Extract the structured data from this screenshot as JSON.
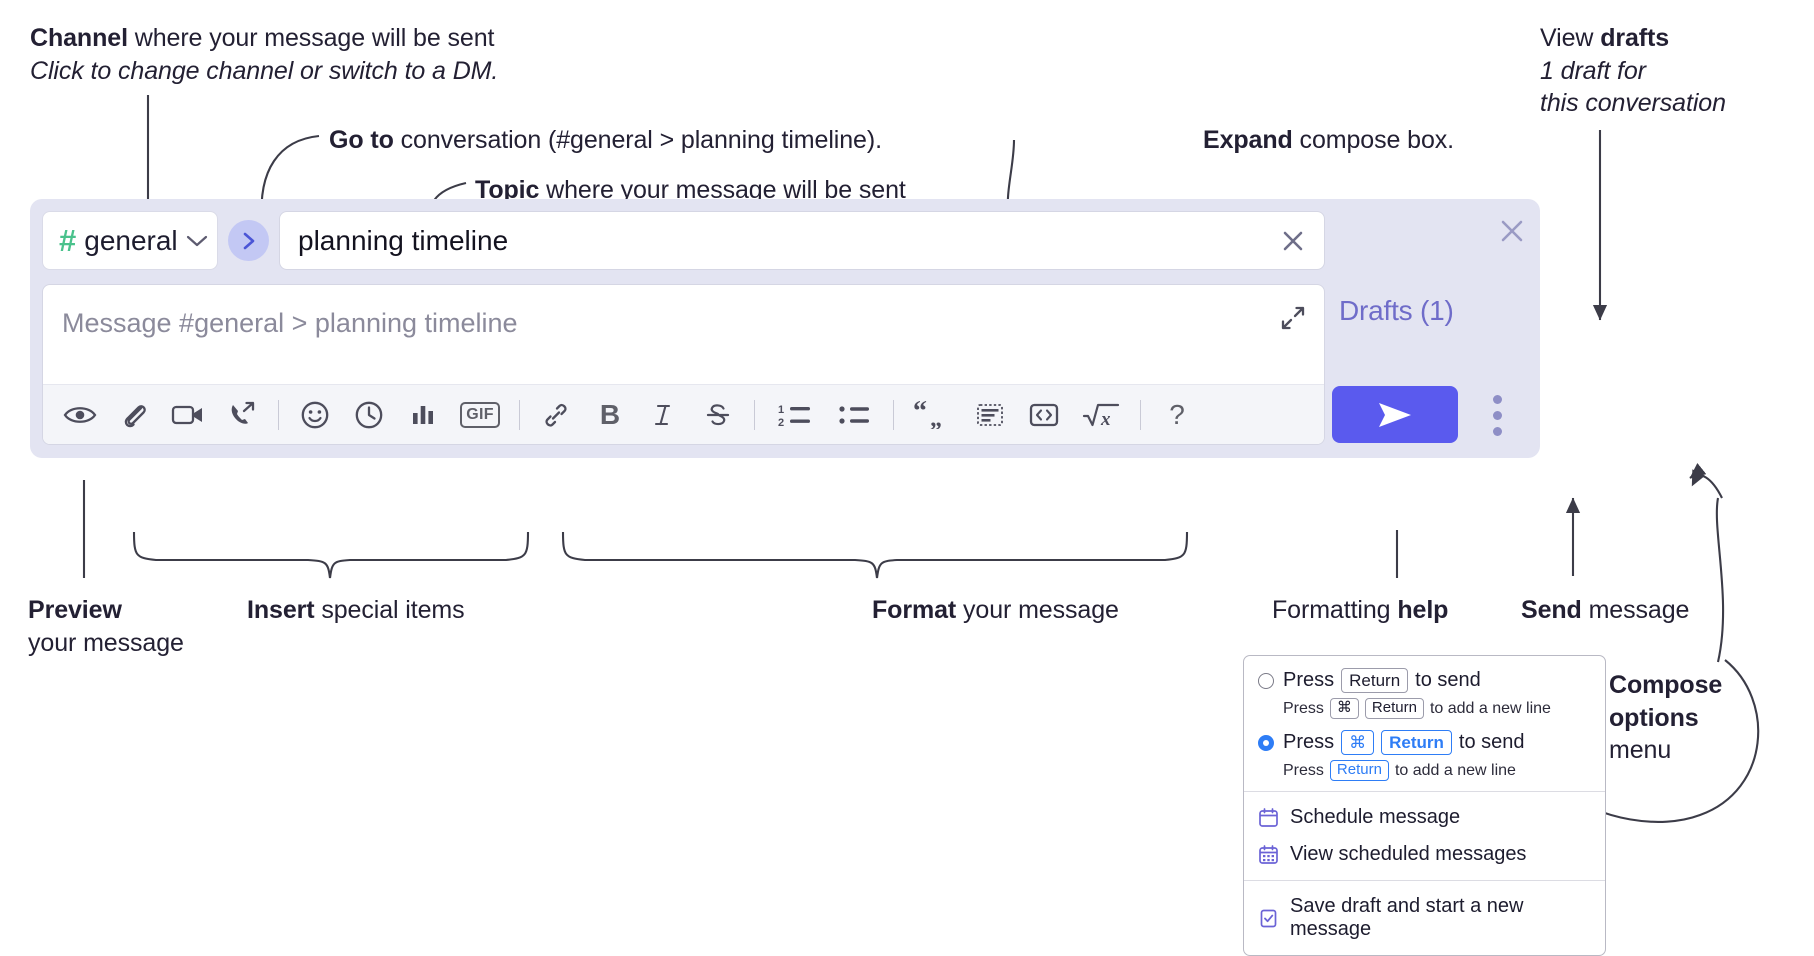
{
  "annotations": {
    "channel": {
      "bold": "Channel",
      "rest": " where your message will be sent",
      "sub": "Click to change channel or switch to a DM."
    },
    "goto": {
      "bold": "Go to",
      "rest": " conversation (#general > planning timeline)."
    },
    "topic": {
      "bold": "Topic",
      "rest": " where your message will be sent"
    },
    "expand": {
      "bold": "Expand",
      "rest": " compose box."
    },
    "drafts": {
      "lead": "View ",
      "bold": "drafts",
      "sub_line1": "1 draft for",
      "sub_line2": "this conversation"
    },
    "preview": {
      "bold": "Preview",
      "line2": "your message"
    },
    "insert": {
      "bold": "Insert",
      "rest": " special items"
    },
    "format": {
      "bold": "Format",
      "rest": " your message"
    },
    "help": {
      "lead": "Formatting ",
      "bold": "help"
    },
    "send": {
      "bold": "Send",
      "rest": " message"
    },
    "compose_options": {
      "bold_line1": "Compose",
      "bold_line2": "options",
      "line3": "menu"
    }
  },
  "compose": {
    "channel": {
      "hash": "#",
      "name": "general",
      "chevron_icon": "chevron-down-icon"
    },
    "goto_icon": "chevron-right-icon",
    "topic": {
      "value": "planning timeline",
      "clear_icon": "close-icon"
    },
    "message": {
      "placeholder": "Message #general > planning timeline",
      "expand_icon": "expand-icon"
    },
    "toolbar": [
      {
        "name": "preview-icon",
        "label": "eye"
      },
      {
        "name": "attachment-icon",
        "label": "paperclip"
      },
      {
        "name": "video-icon",
        "label": "video-camera"
      },
      {
        "name": "huddle-icon",
        "label": "phone-arrow"
      },
      {
        "name": "separator-1",
        "label": "|"
      },
      {
        "name": "emoji-icon",
        "label": "smiley"
      },
      {
        "name": "reminder-icon",
        "label": "clock"
      },
      {
        "name": "poll-icon",
        "label": "bar-chart"
      },
      {
        "name": "gif-icon",
        "label": "GIF"
      },
      {
        "name": "separator-2",
        "label": "|"
      },
      {
        "name": "link-icon",
        "label": "link"
      },
      {
        "name": "bold-icon",
        "label": "B"
      },
      {
        "name": "italic-icon",
        "label": "I"
      },
      {
        "name": "strikethrough-icon",
        "label": "S"
      },
      {
        "name": "separator-3",
        "label": "|"
      },
      {
        "name": "ordered-list-icon",
        "label": "1 2 list"
      },
      {
        "name": "bulleted-list-icon",
        "label": "bullet list"
      },
      {
        "name": "separator-4",
        "label": "|"
      },
      {
        "name": "blockquote-icon",
        "label": "quote"
      },
      {
        "name": "code-block-icon",
        "label": "code block"
      },
      {
        "name": "code-icon",
        "label": "<>"
      },
      {
        "name": "math-icon",
        "label": "sqrt x"
      },
      {
        "name": "separator-5",
        "label": "|"
      },
      {
        "name": "formatting-help-icon",
        "label": "?"
      }
    ],
    "drafts_label": "Drafts (1)",
    "send_icon": "paper-plane-icon",
    "options_icon": "kebab-menu-icon",
    "close_icon": "close-icon"
  },
  "options_menu": {
    "option1": {
      "selected": false,
      "press": "Press",
      "key": "Return",
      "to_send": "to send",
      "sub_press": "Press",
      "sub_key1": "⌘",
      "sub_key2": "Return",
      "sub_tail": "to add a new line"
    },
    "option2": {
      "selected": true,
      "press": "Press",
      "key1": "⌘",
      "key2": "Return",
      "to_send": "to send",
      "sub_press": "Press",
      "sub_key": "Return",
      "sub_tail": "to add a new line"
    },
    "items": [
      {
        "icon": "calendar-icon",
        "label": "Schedule message"
      },
      {
        "icon": "calendar-grid-icon",
        "label": "View scheduled messages"
      },
      {
        "icon": "save-draft-icon",
        "label": "Save draft and start a new message"
      }
    ]
  },
  "colors": {
    "widget_bg": "#e3e4f2",
    "send_button": "#5a5aee",
    "hash_green": "#4ac28c",
    "goto_circle": "#c3c8f4",
    "drafts_purple": "#6f6cc9",
    "accent_blue": "#2e7df6",
    "menu_icon_purple": "#6b63d6"
  }
}
